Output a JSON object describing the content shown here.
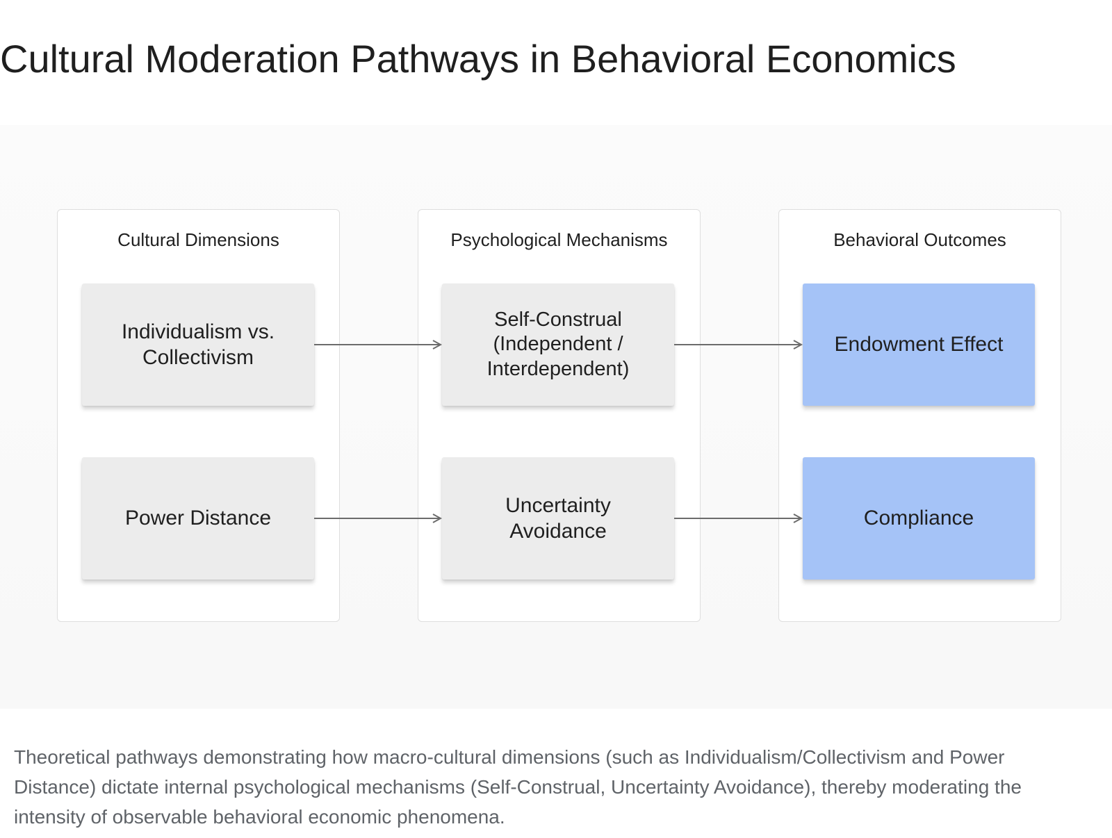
{
  "title": "Cultural Moderation Pathways in Behavioral Economics",
  "diagram": {
    "columns": [
      {
        "title": "Cultural Dimensions",
        "nodes": [
          "Individualism vs.\nCollectivism",
          "Power Distance"
        ]
      },
      {
        "title": "Psychological Mechanisms",
        "nodes": [
          "Self-Construal\n(Independent /\nInterdependent)",
          "Uncertainty\nAvoidance"
        ]
      },
      {
        "title": "Behavioral Outcomes",
        "nodes": [
          "Endowment Effect",
          "Compliance"
        ]
      }
    ],
    "edges": [
      {
        "from": "Individualism vs. Collectivism",
        "to": "Self-Construal (Independent / Interdependent)"
      },
      {
        "from": "Self-Construal (Independent / Interdependent)",
        "to": "Endowment Effect"
      },
      {
        "from": "Power Distance",
        "to": "Uncertainty Avoidance"
      },
      {
        "from": "Uncertainty Avoidance",
        "to": "Compliance"
      }
    ],
    "colors": {
      "node_fill": "#ececec",
      "outcome_fill": "#a5c3f7",
      "arrow": "#6b6b6b",
      "column_border": "#dedede"
    }
  },
  "caption": "Theoretical pathways demonstrating how macro-cultural dimensions (such as Individualism/Collectivism and Power Distance) dictate internal psychological mechanisms (Self-Construal, Uncertainty Avoidance), thereby moderating the intensity of observable behavioral economic phenomena."
}
